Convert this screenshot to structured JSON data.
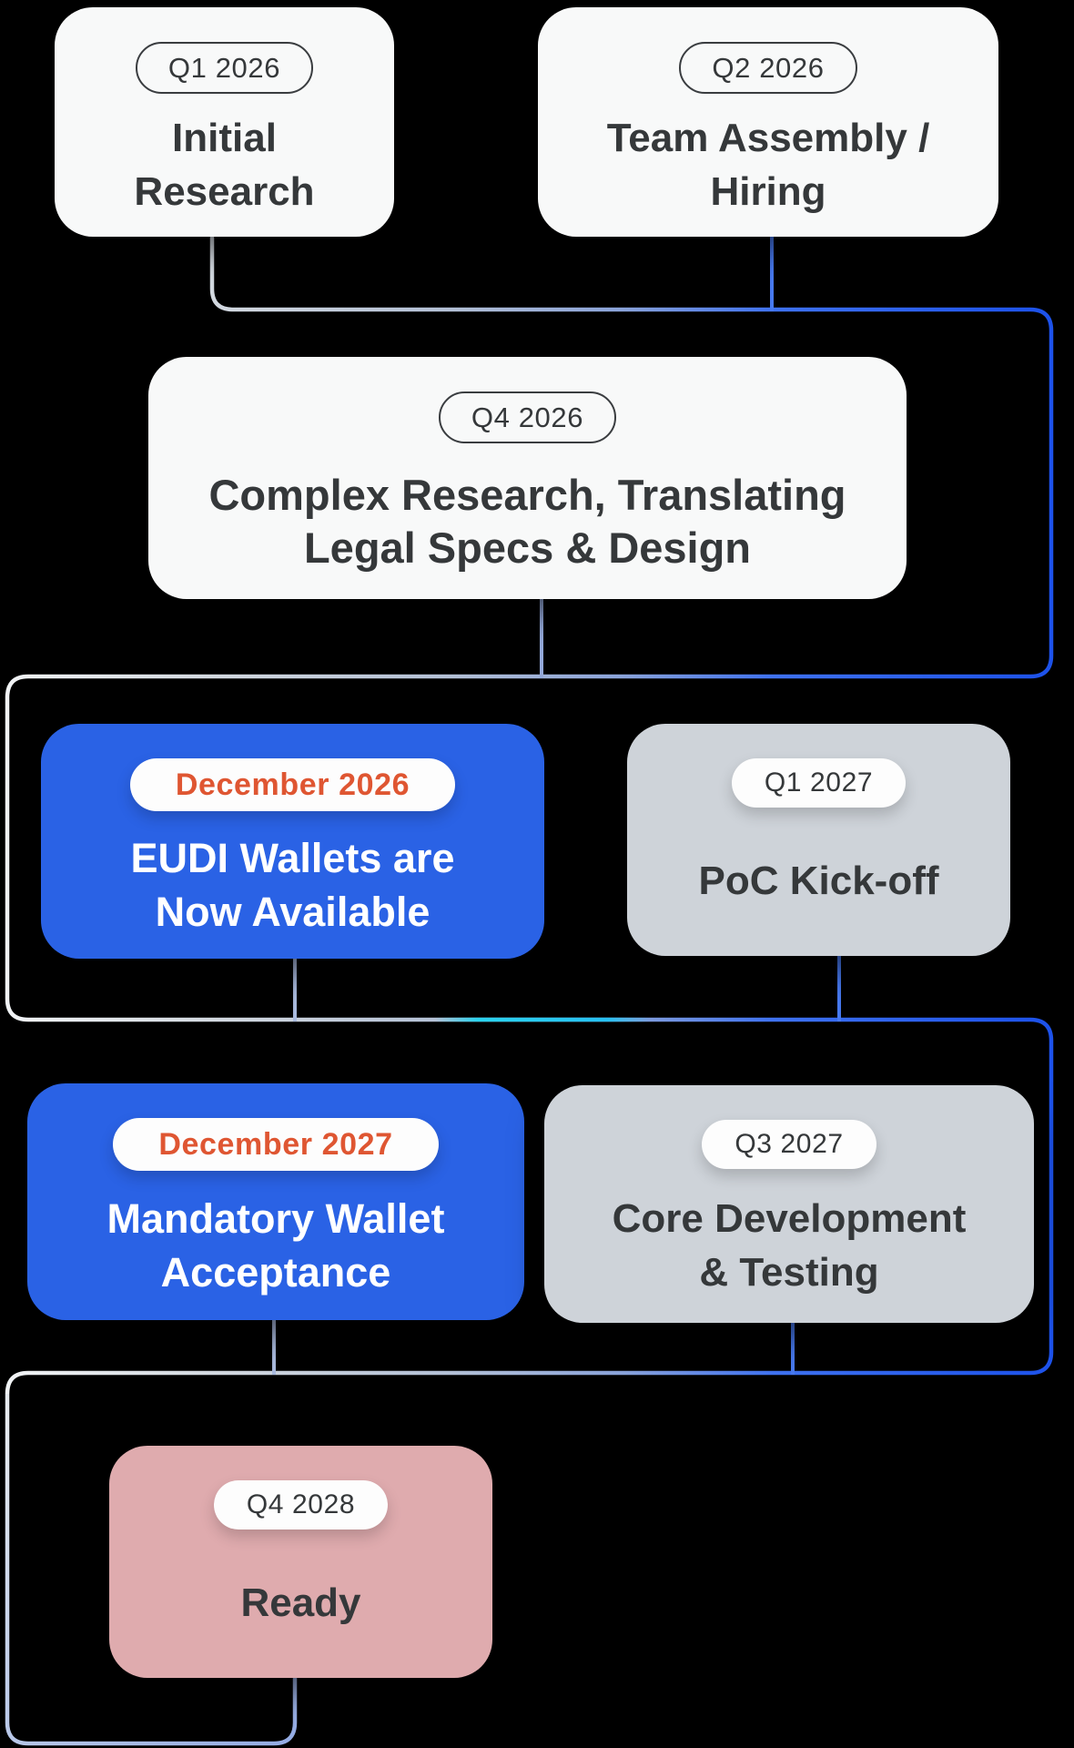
{
  "diagram": {
    "type": "roadmap-flowchart",
    "description": "EUDI wallet project timeline flowchart on black background"
  },
  "colors": {
    "background": "#000000",
    "card-white": "#f8f9f9",
    "card-blue": "#2a62e5",
    "card-gray": "#ced3d9",
    "card-pink": "#dfabae",
    "text-dark": "#35383a",
    "text-light": "#ffffff",
    "accent-orange": "#df5632",
    "pill-white": "#fdfdfd",
    "badge-outline": "#3a3d40",
    "line-silver": "#f2f4f6",
    "line-steel": "#b3c0d6",
    "line-periwinkle": "#8aa3da",
    "line-blue": "#3f72f0",
    "line-deep-blue": "#1a4fe9",
    "line-cyan": "#2bd3ee",
    "line-drop-blue": "#4779ef",
    "line-drop-mid": "#93a8d9",
    "line-drop-light": "#a9bade",
    "tail-light": "#e6eaee",
    "tail-blue": "#93abe4"
  },
  "nodes": [
    {
      "id": "q1-2026",
      "badge": "Q1 2026",
      "badge_style": "outline",
      "title": "Initial\nResearch",
      "variant": "white"
    },
    {
      "id": "q2-2026",
      "badge": "Q2 2026",
      "badge_style": "outline",
      "title": "Team Assembly /\nHiring",
      "variant": "white"
    },
    {
      "id": "q4-2026",
      "badge": "Q4 2026",
      "badge_style": "outline",
      "title": "Complex Research, Translating\nLegal Specs & Design",
      "variant": "white"
    },
    {
      "id": "dec-2026",
      "badge": "December 2026",
      "badge_style": "pill-accent",
      "title": "EUDI Wallets are\nNow Available",
      "variant": "blue"
    },
    {
      "id": "q1-2027",
      "badge": "Q1 2027",
      "badge_style": "pill",
      "title": "PoC Kick-off",
      "variant": "gray"
    },
    {
      "id": "dec-2027",
      "badge": "December 2027",
      "badge_style": "pill-accent",
      "title": "Mandatory Wallet\nAcceptance",
      "variant": "blue"
    },
    {
      "id": "q3-2027",
      "badge": "Q3 2027",
      "badge_style": "pill",
      "title": "Core Development\n& Testing",
      "variant": "gray"
    },
    {
      "id": "q4-2028",
      "badge": "Q4 2028",
      "badge_style": "pill",
      "title": "Ready",
      "variant": "pink"
    }
  ],
  "flow_rows": [
    {
      "row": 1,
      "nodes": [
        "q1-2026",
        "q2-2026"
      ]
    },
    {
      "row": 2,
      "nodes": [
        "q4-2026"
      ]
    },
    {
      "row": 3,
      "nodes": [
        "dec-2026",
        "q1-2027"
      ]
    },
    {
      "row": 4,
      "nodes": [
        "dec-2027",
        "q3-2027"
      ]
    },
    {
      "row": 5,
      "nodes": [
        "q4-2028"
      ]
    }
  ]
}
